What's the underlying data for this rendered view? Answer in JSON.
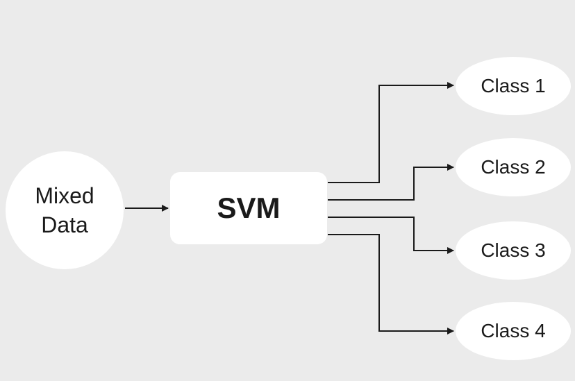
{
  "diagram": {
    "input_node": {
      "line1": "Mixed",
      "line2": "Data"
    },
    "classifier_node": {
      "label": "SVM"
    },
    "class_nodes": [
      {
        "label": "Class 1"
      },
      {
        "label": "Class 2"
      },
      {
        "label": "Class 3"
      },
      {
        "label": "Class 4"
      }
    ],
    "colors": {
      "background": "#ebebeb",
      "node_fill": "#ffffff",
      "text": "#1a1a1a",
      "connector": "#1a1a1a"
    }
  }
}
